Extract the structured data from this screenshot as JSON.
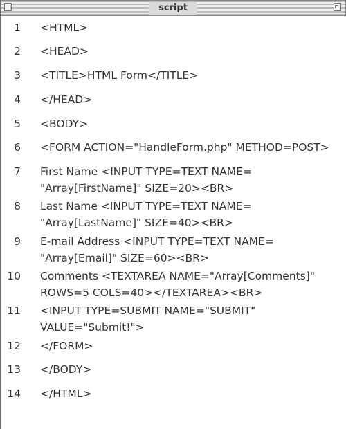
{
  "window": {
    "title": "script"
  },
  "code": {
    "lines": [
      {
        "num": "1",
        "rows": [
          "<HTML>"
        ]
      },
      {
        "num": "2",
        "rows": [
          "<HEAD>"
        ]
      },
      {
        "num": "3",
        "rows": [
          "<TITLE>HTML Form</TITLE>"
        ]
      },
      {
        "num": "4",
        "rows": [
          "</HEAD>"
        ]
      },
      {
        "num": "5",
        "rows": [
          "<BODY>"
        ]
      },
      {
        "num": "6",
        "rows": [
          "<FORM ACTION=\"HandleForm.php\" METHOD=POST>"
        ]
      },
      {
        "num": "7",
        "rows": [
          "First Name <INPUT TYPE=TEXT NAME=",
          "\"Array[FirstName]\" SIZE=20><BR>"
        ]
      },
      {
        "num": "8",
        "rows": [
          "Last Name <INPUT TYPE=TEXT NAME=",
          "\"Array[LastName]\" SIZE=40><BR>"
        ]
      },
      {
        "num": "9",
        "rows": [
          "E-mail Address <INPUT TYPE=TEXT NAME=",
          "\"Array[Email]\" SIZE=60><BR>"
        ]
      },
      {
        "num": "10",
        "rows": [
          "Comments <TEXTAREA NAME=\"Array[Comments]\"",
          "ROWS=5 COLS=40></TEXTAREA><BR>"
        ]
      },
      {
        "num": "11",
        "rows": [
          "<INPUT TYPE=SUBMIT NAME=\"SUBMIT\"",
          "VALUE=\"Submit!\">"
        ]
      },
      {
        "num": "12",
        "rows": [
          "</FORM>"
        ]
      },
      {
        "num": "13",
        "rows": [
          "</BODY>"
        ]
      },
      {
        "num": "14",
        "rows": [
          "</HTML>"
        ]
      }
    ]
  }
}
